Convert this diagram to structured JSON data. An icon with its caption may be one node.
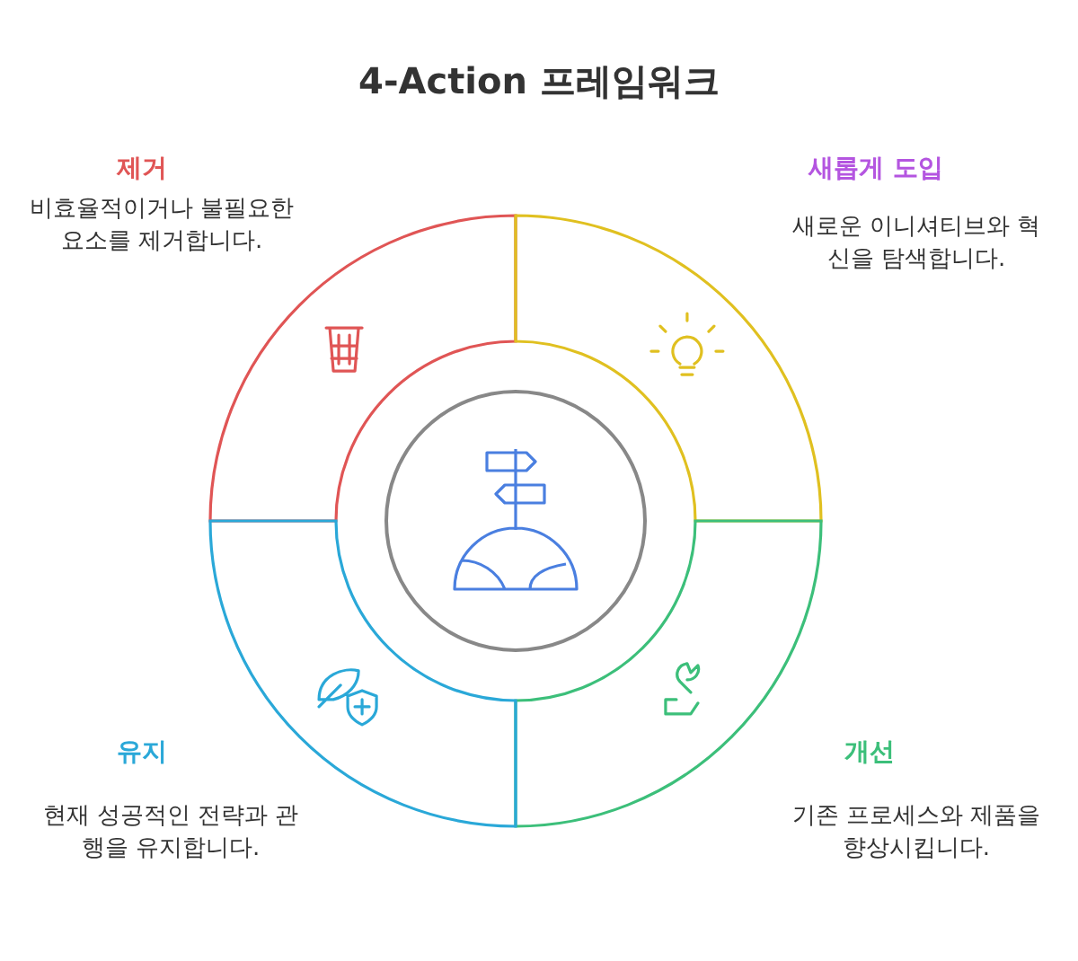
{
  "diagram": {
    "title": "4-Action 프레임워크",
    "nodes": [
      {
        "text": [
          "제거",
          "비효율적이거나 불필요한 요소를 제거합니다."
        ]
      },
      {
        "text": [
          "새롭게 도입",
          "새로운 이니셔티브와 혁신을 탐색합니다."
        ]
      },
      {
        "text": [
          "개선",
          "기존 프로세스와 제품을 향상시킵니다."
        ]
      },
      {
        "text": [
          "유지",
          "현재 성공적인 전략과 관행을 유지합니다."
        ]
      },
      {
        "text": [],
        "shape": "circle"
      }
    ],
    "edges": []
  }
}
